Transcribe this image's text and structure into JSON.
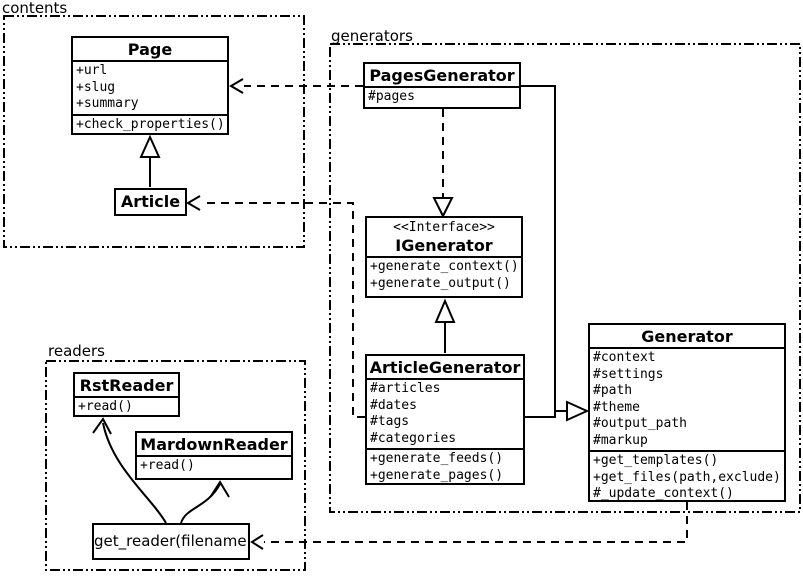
{
  "packages": {
    "contents": "contents",
    "generators": "generators",
    "readers": "readers"
  },
  "classes": {
    "page": {
      "title": "Page",
      "attrs": [
        "+url",
        "+slug",
        "+summary"
      ],
      "methods": [
        "+check_properties()"
      ]
    },
    "article": {
      "title": "Article"
    },
    "pagesGenerator": {
      "title": "PagesGenerator",
      "attrs": [
        "#pages"
      ]
    },
    "iGenerator": {
      "stereotype": "<<Interface>>",
      "title": "IGenerator",
      "methods": [
        "+generate_context()",
        "+generate_output()"
      ]
    },
    "articleGenerator": {
      "title": "ArticleGenerator",
      "attrs": [
        "#articles",
        "#dates",
        "#tags",
        "#categories"
      ],
      "methods": [
        "+generate_feeds()",
        "+generate_pages()"
      ]
    },
    "generator": {
      "title": "Generator",
      "attrs": [
        "#context",
        "#settings",
        "#path",
        "#theme",
        "#output_path",
        "#markup"
      ],
      "methods": [
        "+get_templates()",
        "+get_files(path,exclude)",
        "#_update_context()"
      ]
    },
    "rstReader": {
      "title": "RstReader",
      "methods": [
        "+read()"
      ]
    },
    "mardownReader": {
      "title": "MardownReader",
      "methods": [
        "+read()"
      ]
    },
    "getReader": {
      "label": "get_reader(filename)"
    }
  },
  "colors": {
    "line": "#000000",
    "background": "#ffffff"
  }
}
